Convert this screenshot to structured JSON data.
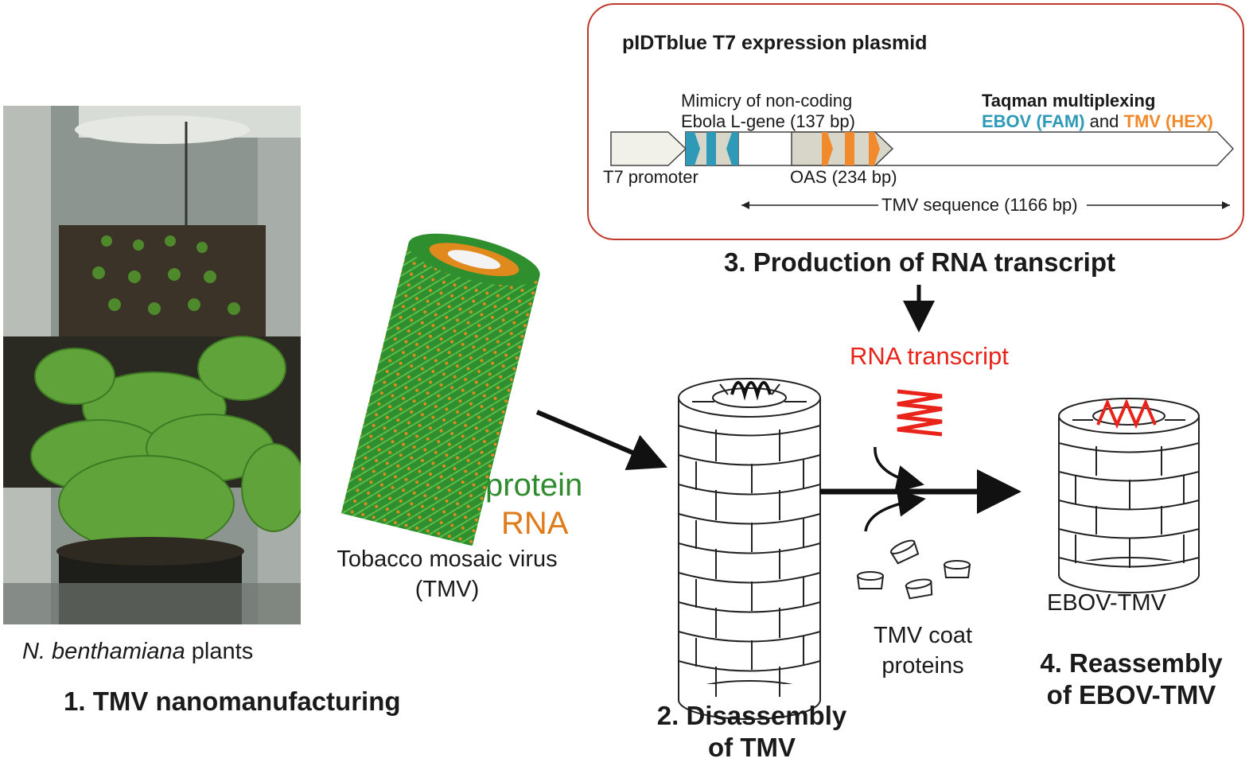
{
  "panel1": {
    "caption_italic": "N. benthamiana",
    "caption_rest": " plants",
    "title": "1. TMV nanomanufacturing"
  },
  "virus": {
    "protein_label": "protein",
    "rna_label": "RNA",
    "name_line1": "Tobacco mosaic virus",
    "name_line2": "(TMV)"
  },
  "plasmid": {
    "title": "pIDTblue T7 expression plasmid",
    "mimicry_line1": "Mimicry of non-coding",
    "mimicry_line2": "Ebola L-gene (137 bp)",
    "taqman_title": "Taqman multiplexing",
    "taqman_ebov": "EBOV (FAM)",
    "taqman_and": " and ",
    "taqman_tmv": "TMV (HEX)",
    "t7_label": "T7 promoter",
    "oas_label": "OAS (234 bp)",
    "tmv_sequence_label": "TMV sequence (1166 bp)"
  },
  "step3": {
    "title": "3. Production of RNA transcript"
  },
  "rna": {
    "label": "RNA transcript"
  },
  "step2": {
    "title_line1": "2. Disassembly",
    "title_line2": "of TMV"
  },
  "coat": {
    "line1": "TMV coat",
    "line2": "proteins"
  },
  "step4": {
    "label": "EBOV-TMV",
    "title_line1": "4. Reassembly",
    "title_line2": "of EBOV-TMV"
  },
  "colors": {
    "frame_red": "#c0392b",
    "ebov_blue": "#2e9ab8",
    "tmv_orange": "#f08a2c",
    "rna_red": "#e8231a",
    "protein_green": "#2e8b2e"
  }
}
